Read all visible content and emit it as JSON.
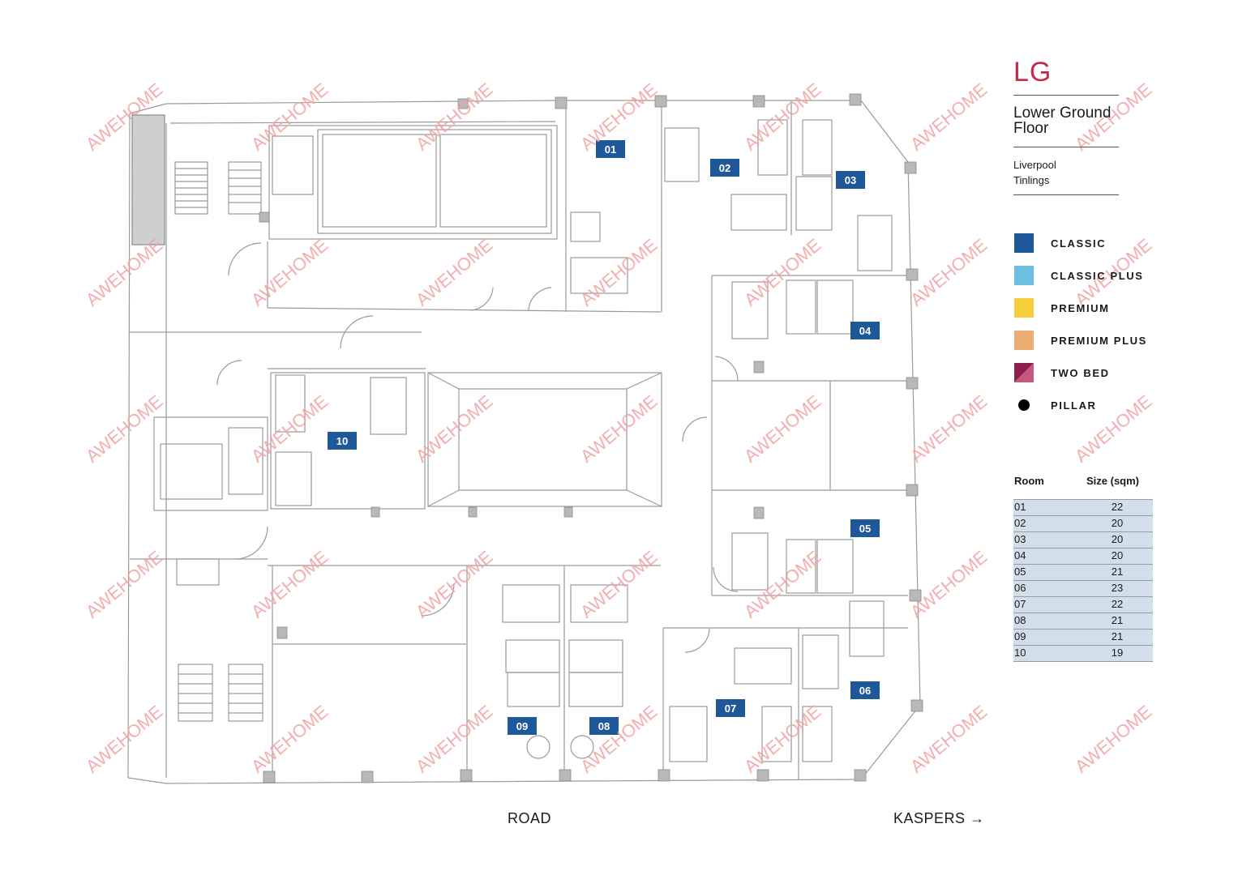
{
  "header": {
    "floor_code": "LG",
    "floor_name_line1": "Lower Ground",
    "floor_name_line2": "Floor",
    "location_line1": "Liverpool",
    "location_line2": "Tinlings"
  },
  "legend": [
    {
      "label": "CLASSIC",
      "color": "#1f5899",
      "kind": "swatch"
    },
    {
      "label": "CLASSIC PLUS",
      "color": "#6bbfe0",
      "kind": "swatch"
    },
    {
      "label": "PREMIUM",
      "color": "#f6cd3a",
      "kind": "swatch"
    },
    {
      "label": "PREMIUM PLUS",
      "color": "#efad76",
      "kind": "swatch"
    },
    {
      "label": "TWO BED",
      "color": "#8e1e4e",
      "color2": "#c5587e",
      "kind": "split"
    },
    {
      "label": "PILLAR",
      "color": "#000000",
      "kind": "dot"
    }
  ],
  "room_table": {
    "col_room": "Room",
    "col_size": "Size (sqm)",
    "rows": [
      {
        "room": "01",
        "size": "22"
      },
      {
        "room": "02",
        "size": "20"
      },
      {
        "room": "03",
        "size": "20"
      },
      {
        "room": "04",
        "size": "20"
      },
      {
        "room": "05",
        "size": "21"
      },
      {
        "room": "06",
        "size": "23"
      },
      {
        "room": "07",
        "size": "22"
      },
      {
        "room": "08",
        "size": "21"
      },
      {
        "room": "09",
        "size": "21"
      },
      {
        "room": "10",
        "size": "19"
      }
    ]
  },
  "room_labels": [
    "01",
    "02",
    "03",
    "04",
    "05",
    "06",
    "07",
    "08",
    "09",
    "10"
  ],
  "room_label_color": "#1f5899",
  "street_labels": {
    "road": "ROAD",
    "kaspers": "KASPERS →"
  },
  "watermark": {
    "text": "AWEHOME",
    "color": "#f2a0a0"
  }
}
